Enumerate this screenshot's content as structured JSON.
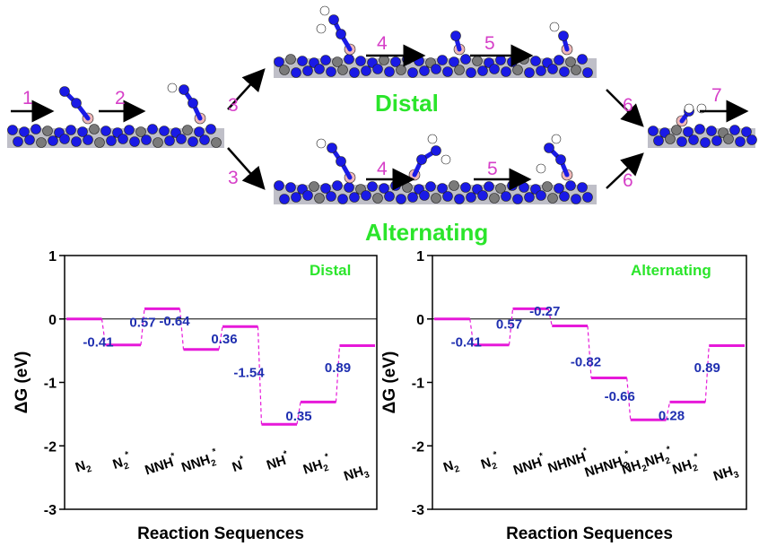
{
  "scheme": {
    "step_labels": [
      "1",
      "2",
      "3",
      "3",
      "4",
      "5",
      "4",
      "5",
      "6",
      "6",
      "7"
    ],
    "distal_label": "Distal",
    "alternating_label": "Alternating"
  },
  "colors": {
    "nitrogen": "#1a1ae6",
    "carbon": "#7a7a7a",
    "boron": "#f0b8b8",
    "hydrogen": "#ffffff",
    "level": "#e619d9",
    "value_text": "#1f2fb0",
    "title_green": "#2be52b",
    "step_magenta": "#d63fc8"
  },
  "chart_data": [
    {
      "type": "line",
      "title": "Distal",
      "xlabel": "Reaction Sequences",
      "ylabel": "ΔG (eV)",
      "ylim": [
        -3,
        1
      ],
      "yticks": [
        "1",
        "0",
        "-1",
        "-2",
        "-3"
      ],
      "categories": [
        {
          "main": "N",
          "sub": "2",
          "sup": ""
        },
        {
          "main": "N",
          "sub": "2",
          "sup": "*"
        },
        {
          "main": "NNH",
          "sub": "",
          "sup": "*"
        },
        {
          "main": "NNH",
          "sub": "2",
          "sup": "*"
        },
        {
          "main": "N",
          "sub": "",
          "sup": "*"
        },
        {
          "main": "NH",
          "sub": "",
          "sup": "*"
        },
        {
          "main": "NH",
          "sub": "2",
          "sup": "*"
        },
        {
          "main": "NH",
          "sub": "3",
          "sup": ""
        }
      ],
      "levels": [
        0.0,
        -0.41,
        0.16,
        -0.48,
        -0.12,
        -1.66,
        -1.31,
        -0.42
      ],
      "step_labels": [
        "-0.41",
        "0.57",
        "-0.64",
        "0.36",
        "-1.54",
        "0.35",
        "0.89"
      ]
    },
    {
      "type": "line",
      "title": "Alternating",
      "xlabel": "Reaction Sequences",
      "ylabel": "ΔG (eV)",
      "ylim": [
        -3,
        1
      ],
      "yticks": [
        "1",
        "0",
        "-1",
        "-2",
        "-3"
      ],
      "categories": [
        {
          "main": "N",
          "sub": "2",
          "sup": ""
        },
        {
          "main": "N",
          "sub": "2",
          "sup": "*"
        },
        {
          "main": "NNH",
          "sub": "",
          "sup": "*"
        },
        {
          "main": "NHNH",
          "sub": "",
          "sup": "*"
        },
        {
          "main": "NHNH",
          "sub": "2",
          "sup": "*"
        },
        {
          "main": "NH",
          "sub": "2",
          "sup": "",
          "main2": "NH",
          "sub2": "2",
          "sup2": "*"
        },
        {
          "main": "NH",
          "sub": "2",
          "sup": "*"
        },
        {
          "main": "NH",
          "sub": "3",
          "sup": ""
        }
      ],
      "levels": [
        0.0,
        -0.41,
        0.16,
        -0.11,
        -0.93,
        -1.59,
        -1.31,
        -0.42
      ],
      "step_labels": [
        "-0.41",
        "0.57",
        "-0.27",
        "-0.82",
        "-0.66",
        "0.28",
        "0.89"
      ]
    }
  ]
}
